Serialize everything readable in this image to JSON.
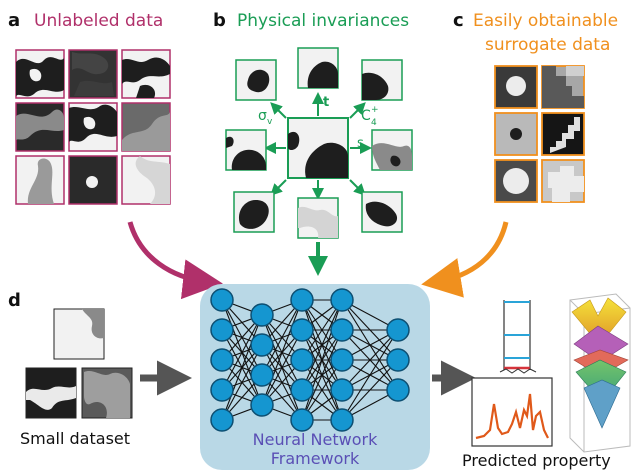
{
  "panels": {
    "a": {
      "letter": "a",
      "title": "Unlabeled data",
      "color": "#b0306a"
    },
    "b": {
      "letter": "b",
      "title": "Physical invariances",
      "color": "#1a9d55"
    },
    "c": {
      "letter": "c",
      "title_line1": "Easily obtainable",
      "title_line2": "surrogate data",
      "color": "#f0901e"
    },
    "d": {
      "letter": "d"
    }
  },
  "invariance_labels": {
    "sigma": "σ",
    "sigma_sub": "v",
    "translation": "t",
    "rotation": "C",
    "rotation_sup": "+",
    "rotation_sub": "4",
    "scaling": "s"
  },
  "small_dataset_label": "Small dataset",
  "nn_label_line1": "Neural Network",
  "nn_label_line2": "Framework",
  "predicted_label": "Predicted property",
  "colors": {
    "nn_box": "#b9d8e6",
    "nn_node": "#1596d0",
    "nn_label": "#5a4fb5",
    "arrow_dark": "#555555",
    "spectrum": "#e0591a",
    "band_blue": "#2aa4d8",
    "band_red": "#d6343c"
  }
}
